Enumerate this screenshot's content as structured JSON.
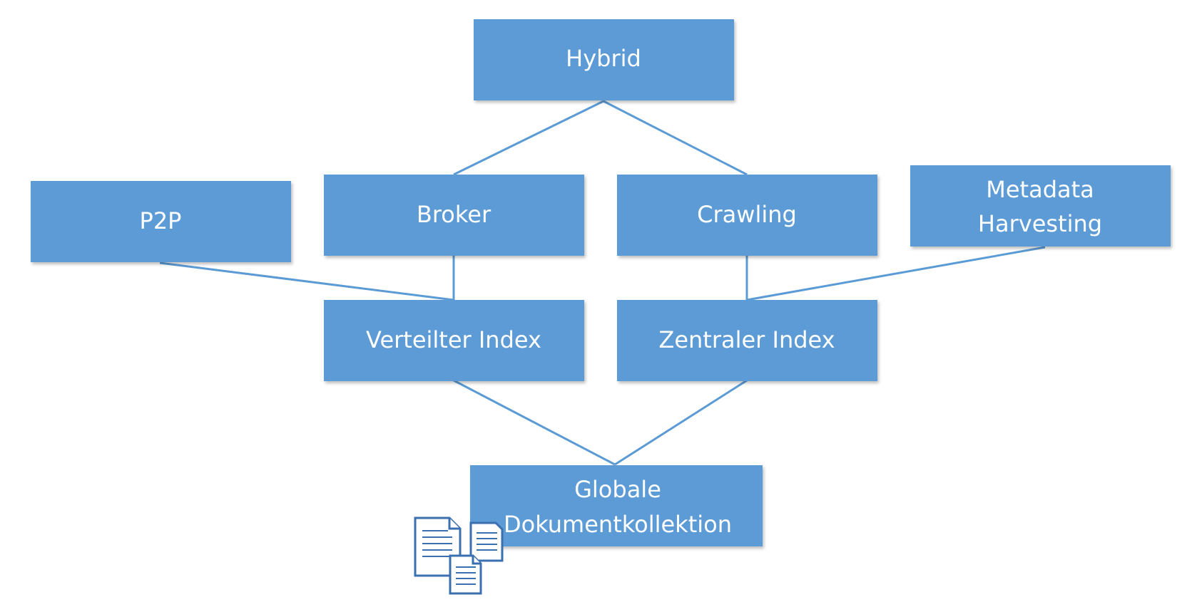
{
  "diagram": {
    "nodes": {
      "hybrid": {
        "label": "Hybrid"
      },
      "p2p": {
        "label": "P2P"
      },
      "broker": {
        "label": "Broker"
      },
      "crawling": {
        "label": "Crawling"
      },
      "metadata": {
        "line1": "Metadata",
        "line2": "Harvesting"
      },
      "verteilter": {
        "label": "Verteilter Index"
      },
      "zentraler": {
        "label": "Zentraler Index"
      },
      "globale": {
        "line1": "Globale",
        "line2": "Dokumentkollektion"
      }
    },
    "icons": {
      "documents": "documents-icon"
    },
    "colors": {
      "box_fill": "#5b9bd5",
      "edge": "#5b9bd5",
      "text": "#ffffff",
      "icon_stroke": "#3a6fb0"
    }
  }
}
